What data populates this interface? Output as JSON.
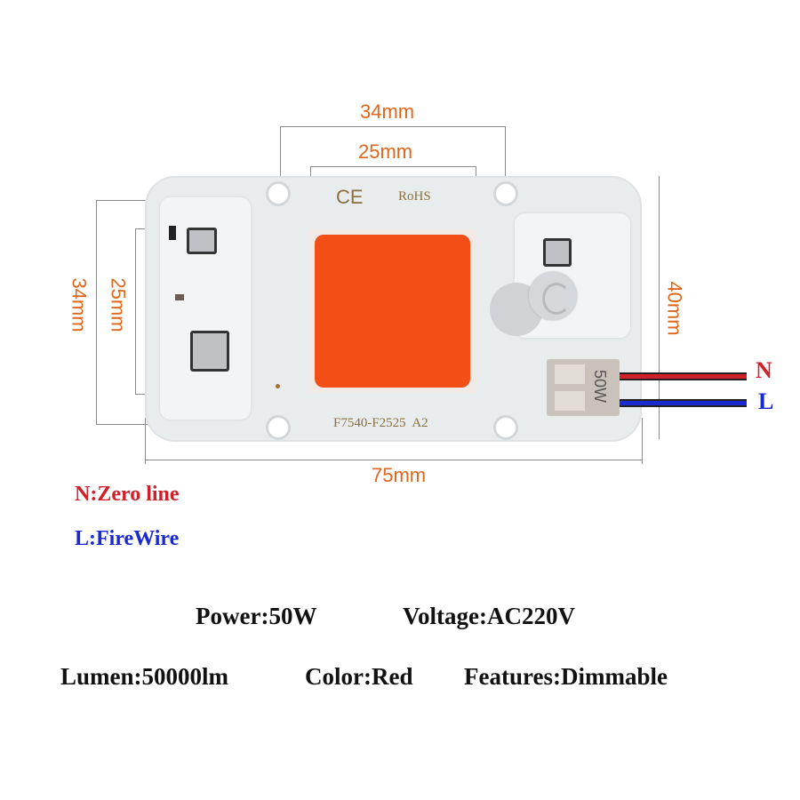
{
  "dimensions": {
    "top_outer": "34mm",
    "top_inner": "25mm",
    "left_outer": "34mm",
    "left_inner": "25mm",
    "right": "40mm",
    "bottom": "75mm"
  },
  "board": {
    "ce_mark": "CE",
    "rohs": "RoHS",
    "model": "F7540-F2525  A2",
    "terminal_label": "50W"
  },
  "wires": {
    "n_label": "N",
    "l_label": "L"
  },
  "legend": {
    "n": "N:Zero line",
    "l": "L:FireWire"
  },
  "specs": {
    "power": "Power:50W",
    "voltage": "Voltage:AC220V",
    "lumen": "Lumen:50000lm",
    "color": "Color:Red",
    "features": "Features:Dimmable"
  },
  "colors": {
    "dimension": "#e0661c",
    "led": "#f24e16",
    "n_wire": "#d0202a",
    "l_wire": "#1a2ad0"
  }
}
